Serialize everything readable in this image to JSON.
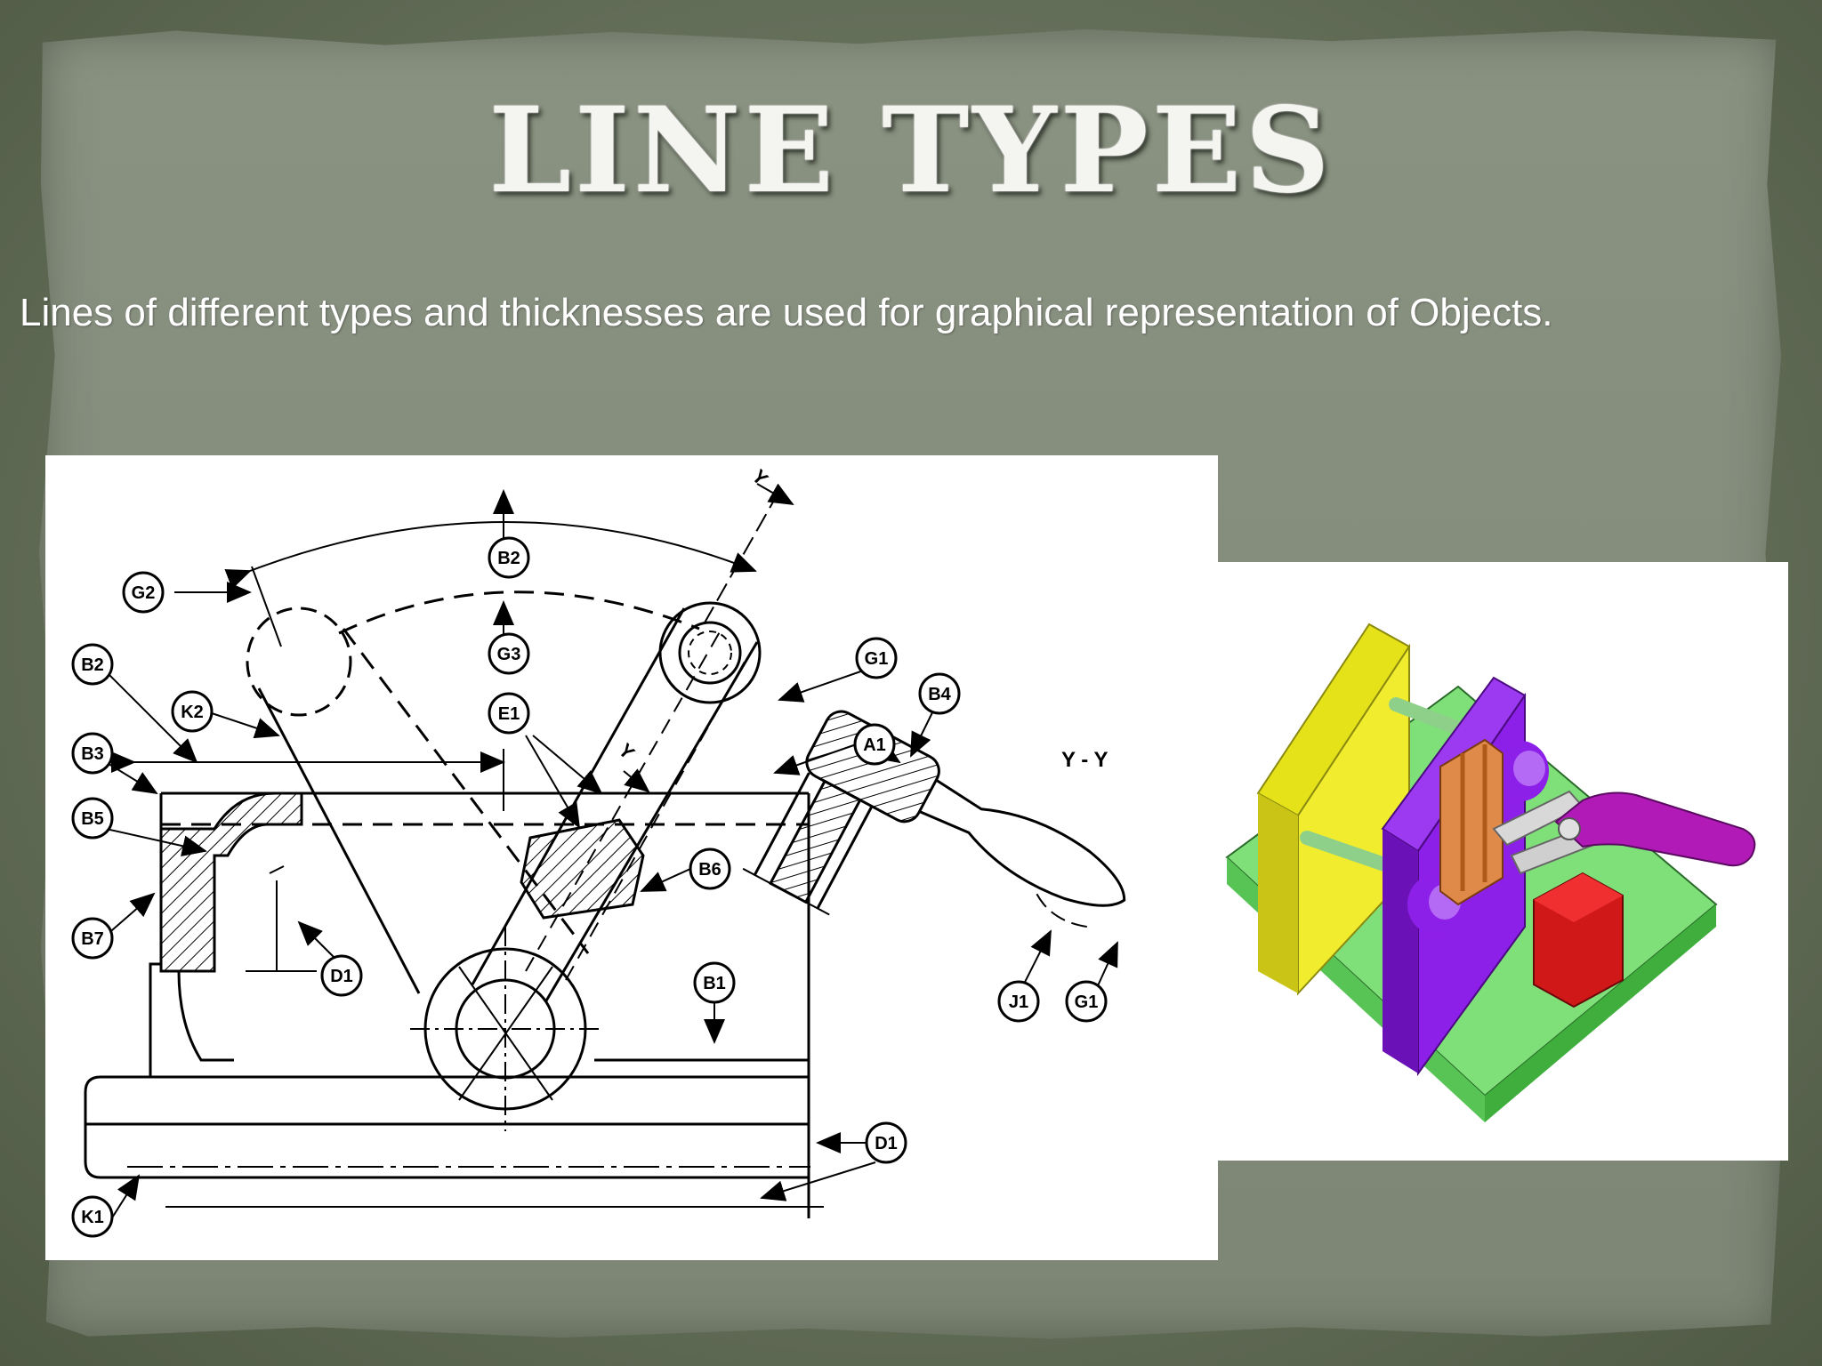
{
  "slide": {
    "title": "LINE TYPES",
    "subtitle": "Lines of different types and thicknesses are used for graphical representation of Objects."
  },
  "drawing": {
    "callouts": {
      "b2_top": "B2",
      "g2": "G2",
      "g3": "G3",
      "g1_top": "G1",
      "b2_left": "B2",
      "k2": "K2",
      "e1": "E1",
      "b4": "B4",
      "a1": "A1",
      "b3": "B3",
      "b5": "B5",
      "b6": "B6",
      "b7": "B7",
      "d1_mid": "D1",
      "b1": "B1",
      "j1": "J1",
      "g1_bottom": "G1",
      "d1_right": "D1",
      "k1": "K1"
    },
    "labels": {
      "y_top": "Y",
      "y_mid": "Y",
      "section": "Y - Y"
    }
  },
  "colors": {
    "model_yellow": "#e6e21a",
    "model_purple": "#8c1fe8",
    "model_green_base": "#7fe07a",
    "model_orange": "#e08a4a",
    "model_red": "#d01818",
    "model_magenta": "#b21ab8",
    "model_rod": "#8ed08a"
  }
}
